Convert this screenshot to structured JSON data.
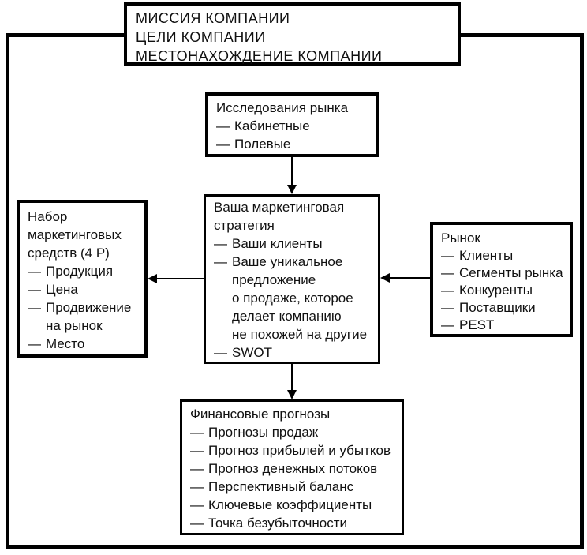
{
  "diagram": {
    "dash": "—",
    "colors": {
      "border": "#000000",
      "text": "#111111",
      "background": "#ffffff"
    },
    "mission_box": {
      "lines": [
        "МИССИЯ КОМПАНИИ",
        "ЦЕЛИ КОМПАНИИ",
        "МЕСТОНАХОЖДЕНИЕ КОМПАНИИ"
      ]
    },
    "research_box": {
      "title": "Исследования рынка",
      "items": [
        "Кабинетные",
        "Полевые"
      ]
    },
    "strategy_box": {
      "title": "Ваша маркетинговая\nстратегия",
      "items": [
        "Ваши клиенты",
        "Ваше уникальное\nпредложение\nо продаже, которое\nделает компанию\nне похожей на другие",
        "SWOT"
      ]
    },
    "marketing_mix_box": {
      "title": "Набор\nмаркетинговых\nсредств (4 P)",
      "items": [
        "Продукция",
        "Цена",
        "Продвижение\nна рынок",
        "Место"
      ]
    },
    "market_box": {
      "title": "Рынок",
      "items": [
        "Клиенты",
        "Сегменты рынка",
        "Конкуренты",
        "Поставщики",
        "PEST"
      ]
    },
    "finance_box": {
      "title": "Финансовые прогнозы",
      "items": [
        "Прогнозы продаж",
        "Прогноз прибылей и убытков",
        "Прогноз денежных потоков",
        "Перспективный баланс",
        "Ключевые коэффициенты",
        "Точка безубыточности"
      ]
    }
  }
}
